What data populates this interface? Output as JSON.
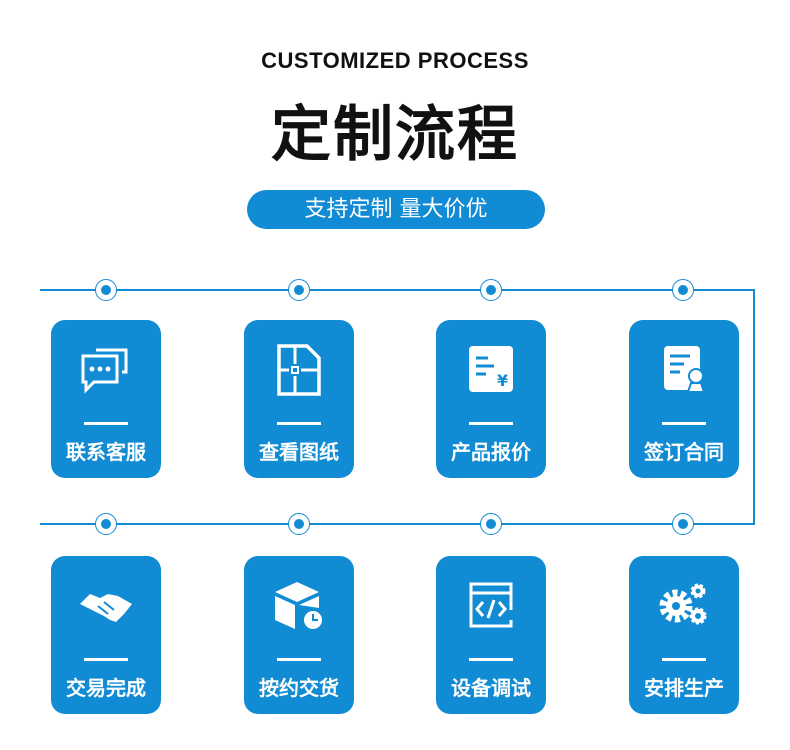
{
  "header": {
    "subtitle": "CUSTOMIZED PROCESS",
    "title": "定制流程",
    "pill": "支持定制 量大价优"
  },
  "accent": "#118bd3",
  "steps": [
    {
      "label": "联系客服",
      "icon": "chat-icon"
    },
    {
      "label": "查看图纸",
      "icon": "blueprint-icon"
    },
    {
      "label": "产品报价",
      "icon": "quote-icon"
    },
    {
      "label": "签订合同",
      "icon": "contract-icon"
    },
    {
      "label": "交易完成",
      "icon": "handshake-icon"
    },
    {
      "label": "按约交货",
      "icon": "delivery-box-icon"
    },
    {
      "label": "设备调试",
      "icon": "code-window-icon"
    },
    {
      "label": "安排生产",
      "icon": "gears-icon"
    }
  ]
}
